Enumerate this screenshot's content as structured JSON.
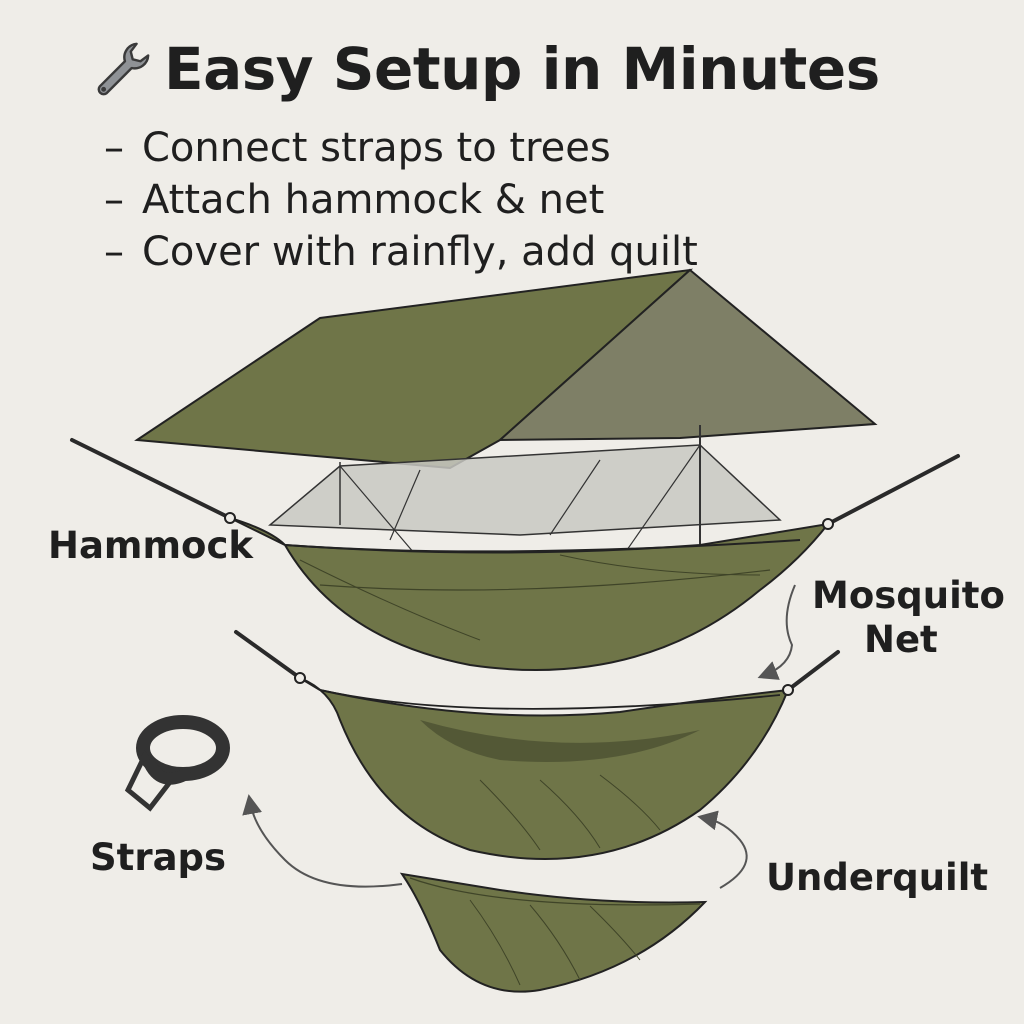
{
  "header": {
    "icon": "wrench-icon",
    "title": "Easy Setup in Minutes"
  },
  "steps": [
    {
      "dash": "–",
      "text": "Connect straps to trees"
    },
    {
      "dash": "–",
      "text": "Attach hammock & net"
    },
    {
      "dash": "–",
      "text": "Cover with rainfly, add quilt"
    }
  ],
  "labels": {
    "hammock": "Hammock",
    "mosquito_net_line1": "Mosquito",
    "mosquito_net_line2": "Net",
    "straps": "Straps",
    "underquilt": "Underquilt"
  },
  "colors": {
    "background": "#efede8",
    "olive": "#6f7548",
    "olive_dark": "#4c5132",
    "rainfly_shade": "#7e7f66",
    "net": "#c8c8c2",
    "strap": "#333333"
  }
}
